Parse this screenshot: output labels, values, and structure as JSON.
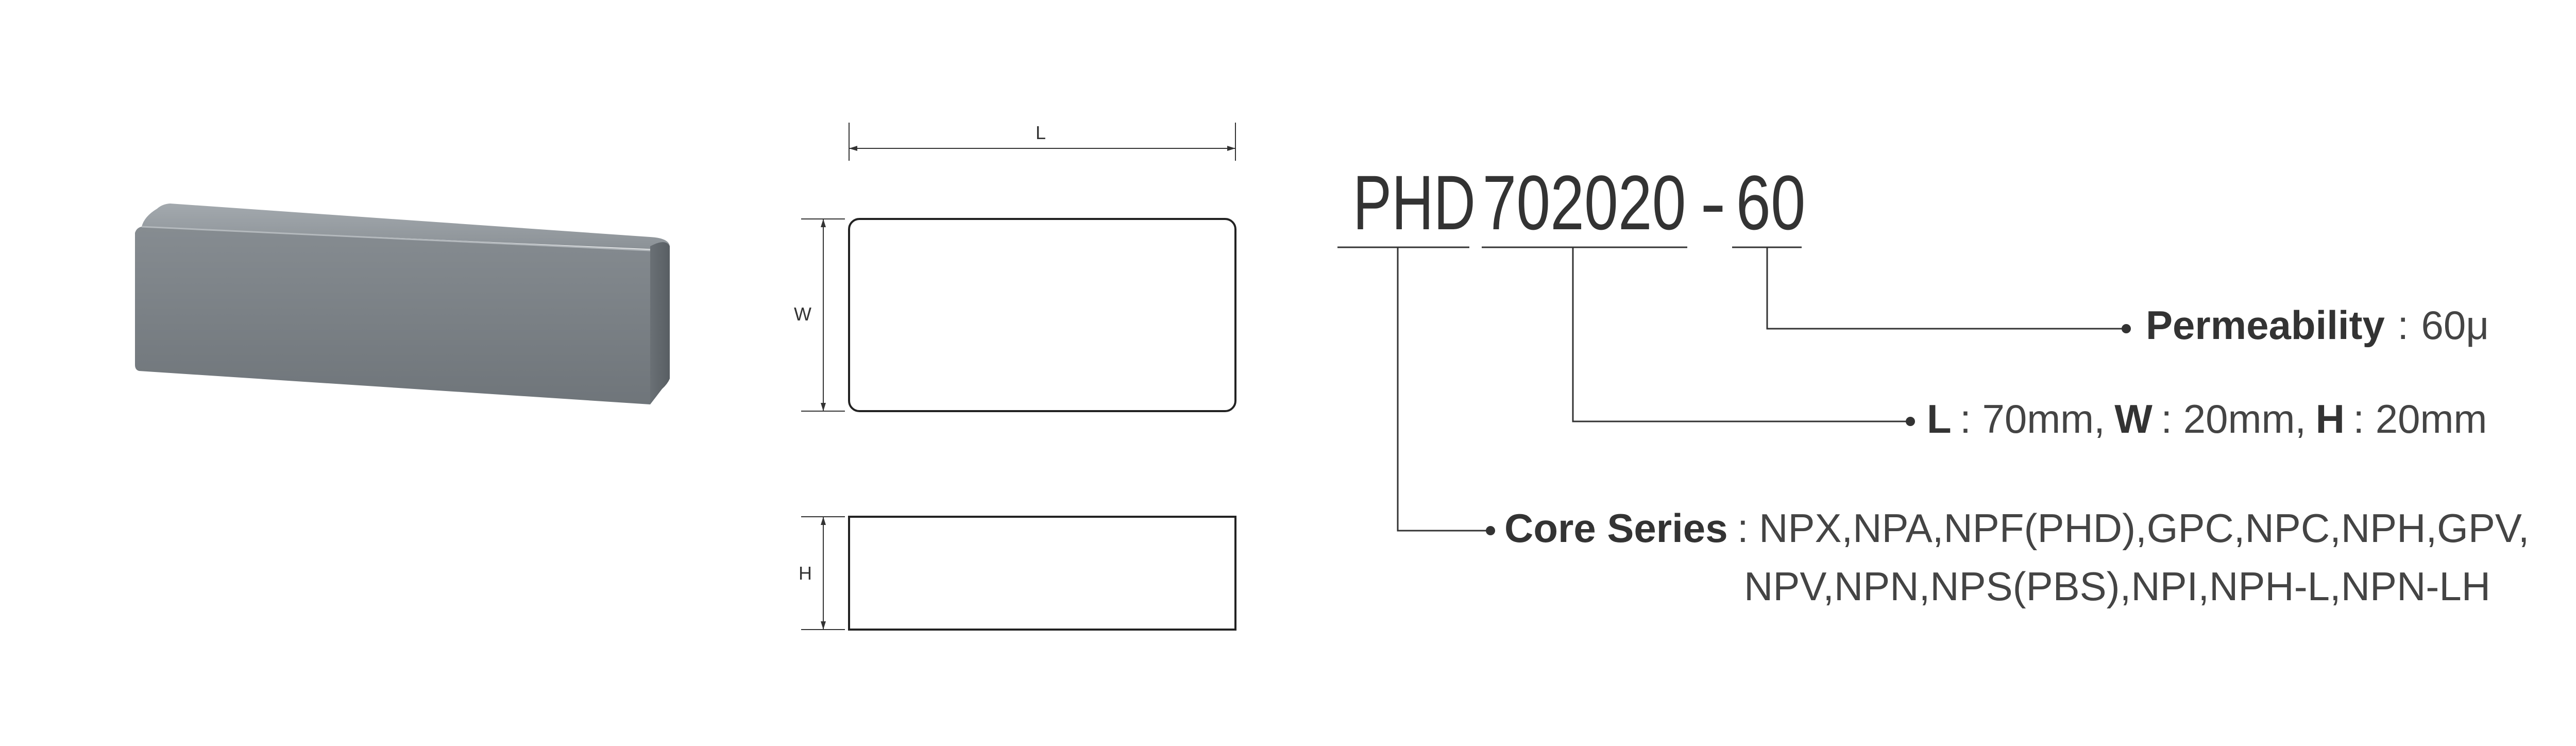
{
  "dimensions": {
    "length_label": "L",
    "width_label": "W",
    "height_label": "H"
  },
  "part_code": {
    "series": "PHD",
    "size": "702020",
    "separator": "-",
    "permeability": "60"
  },
  "specs": {
    "permeability": {
      "key": "Permeability",
      "colon": ":",
      "value": "60μ"
    },
    "size": {
      "l_key": "L",
      "l_value": ": 70mm,",
      "w_key": "W",
      "w_value": ": 20mm,",
      "h_key": "H",
      "h_value": ": 20mm"
    },
    "core_series": {
      "key": "Core Series",
      "colon": ":",
      "line1": "NPX,NPA,NPF(PHD),GPC,NPC,NPH,GPV,",
      "line2": "NPV,NPN,NPS(PBS),NPI,NPH-L,NPN-LH"
    }
  },
  "colors": {
    "core_front": "#7c8287",
    "core_top": "#9ba1a6",
    "core_side": "#62686d",
    "line": "#333333",
    "text": "#333333"
  }
}
